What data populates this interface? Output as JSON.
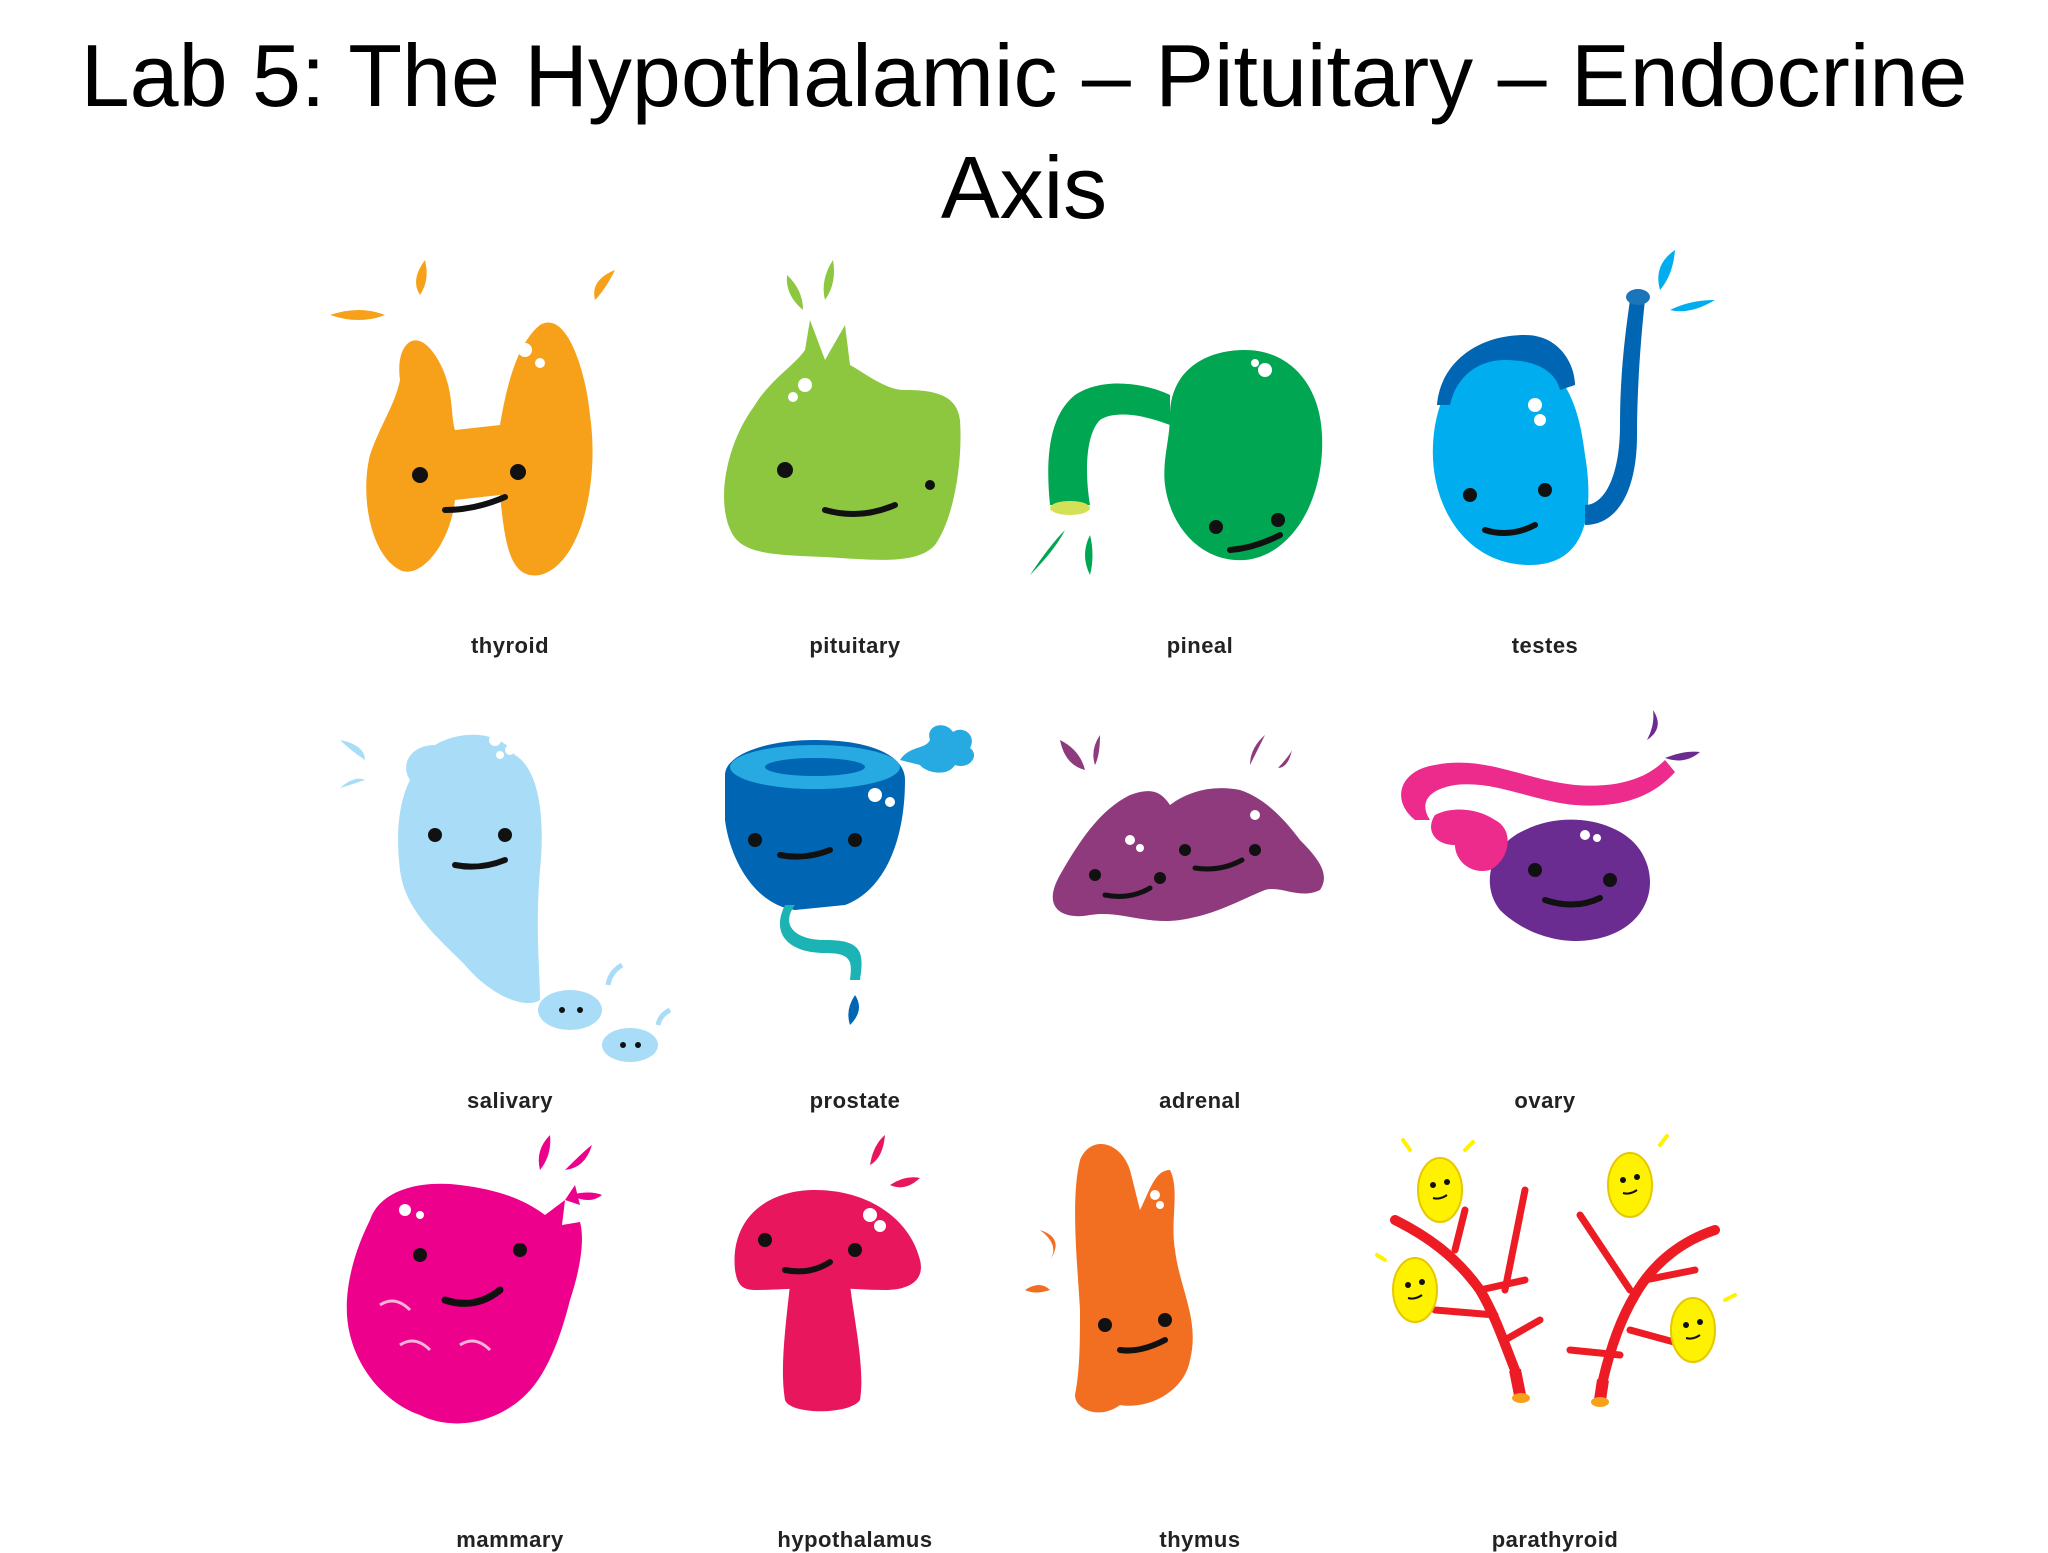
{
  "slide": {
    "title_line1": "Lab 5: The Hypothalamic – Pituitary – Endocrine",
    "title_line2": "Axis"
  },
  "glands": [
    {
      "label": "thyroid",
      "color": "#F7A11A"
    },
    {
      "label": "pituitary",
      "color": "#8DC63F"
    },
    {
      "label": "pineal",
      "color": "#00A651"
    },
    {
      "label": "testes",
      "color": "#00AEEF"
    },
    {
      "label": "salivary",
      "color": "#A8DCF7"
    },
    {
      "label": "prostate",
      "color": "#0066B3"
    },
    {
      "label": "adrenal",
      "color": "#8E3A7D"
    },
    {
      "label": "ovary",
      "color": "#6A2C91"
    },
    {
      "label": "mammary",
      "color": "#EC008C"
    },
    {
      "label": "hypothalamus",
      "color": "#E8175D"
    },
    {
      "label": "thymus",
      "color": "#F26F21"
    },
    {
      "label": "parathyroid",
      "color": "#FFF200"
    }
  ]
}
